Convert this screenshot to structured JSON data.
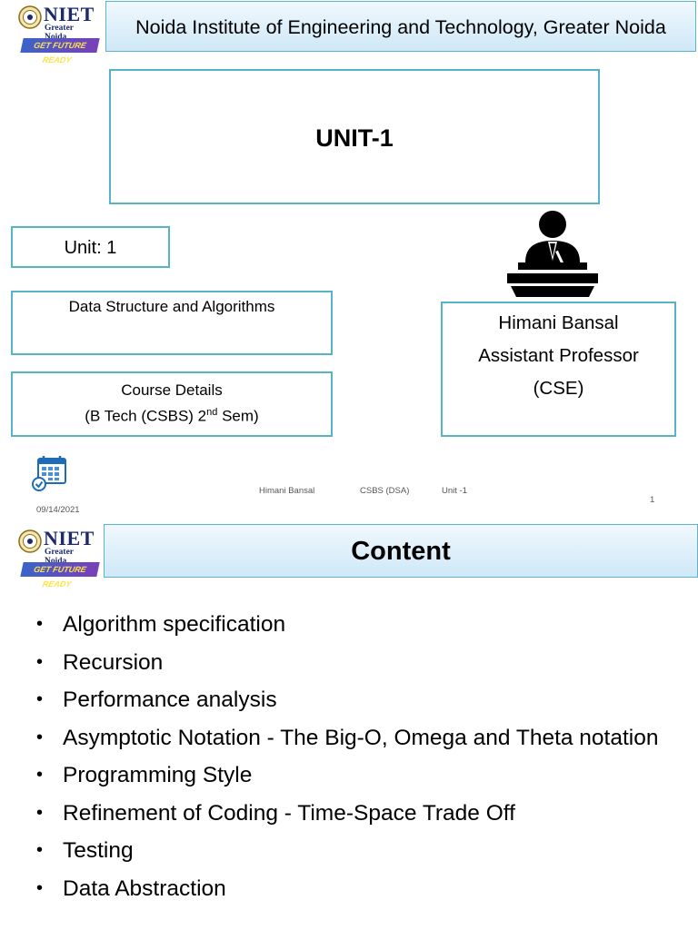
{
  "slide1": {
    "logo": {
      "name": "NIET",
      "location": "Greater Noida",
      "tagline": "GET FUTURE READY"
    },
    "header_title": "Noida Institute of Engineering and Technology, Greater Noida",
    "unit_title": "UNIT-1",
    "unit_label": "Unit: 1",
    "subject": "Data Structure and Algorithms",
    "course_line1": "Course Details",
    "course_line2_pre": "(B Tech (CSBS) 2",
    "course_line2_sup": "nd",
    "course_line2_post": " Sem)",
    "professor_name": "Himani Bansal",
    "professor_title": "Assistant Professor",
    "professor_dept": "(CSE)",
    "footer": {
      "date": "09/14/2021",
      "author": "Himani Bansal",
      "course": "CSBS (DSA)",
      "unit": "Unit -1",
      "page": "1"
    },
    "icons": [
      "speaker-at-podium-icon",
      "calendar-icon"
    ],
    "colors": {
      "border_accent": "#57b4c6",
      "bar_gradient_top": "#f0f8fd",
      "bar_gradient_bottom": "#cfe8f7"
    }
  },
  "slide2": {
    "logo": {
      "name": "NIET",
      "location": "Greater Noida",
      "tagline": "GET FUTURE READY"
    },
    "title": "Content",
    "bullets": [
      "Algorithm specification",
      "Recursion",
      "Performance analysis",
      "Asymptotic Notation - The Big-O, Omega and Theta notation",
      "Programming Style",
      "Refinement of Coding - Time-Space Trade Off",
      "Testing",
      "Data Abstraction"
    ]
  }
}
